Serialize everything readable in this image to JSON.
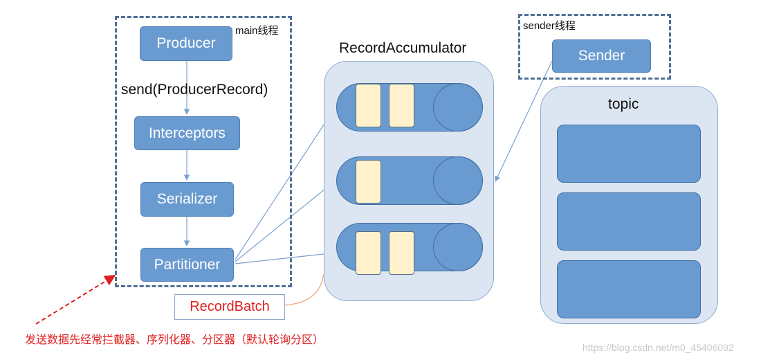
{
  "main_thread": {
    "label": "main线程",
    "send_call": "send(ProducerRecord)",
    "producer": "Producer",
    "interceptors": "Interceptors",
    "serializer": "Serializer",
    "partitioner": "Partitioner"
  },
  "accumulator": {
    "title": "RecordAccumulator",
    "batch_label": "RecordBatch",
    "queues": [
      {
        "batches": 2
      },
      {
        "batches": 1
      },
      {
        "batches": 2
      }
    ]
  },
  "sender_thread": {
    "label": "sender线程",
    "sender": "Sender"
  },
  "topic": {
    "title": "topic",
    "partitions": 3
  },
  "annotation": "发送数据先经常拦截器、序列化器、分区器（默认轮询分区）",
  "watermark": "https://blog.csdn.net/m0_45406092",
  "colors": {
    "box_fill": "#6a9bd0",
    "container_fill": "#dce6f2",
    "batch_fill": "#fff2cc",
    "annotation": "#e02020",
    "arrow": "#7aa0cf"
  }
}
